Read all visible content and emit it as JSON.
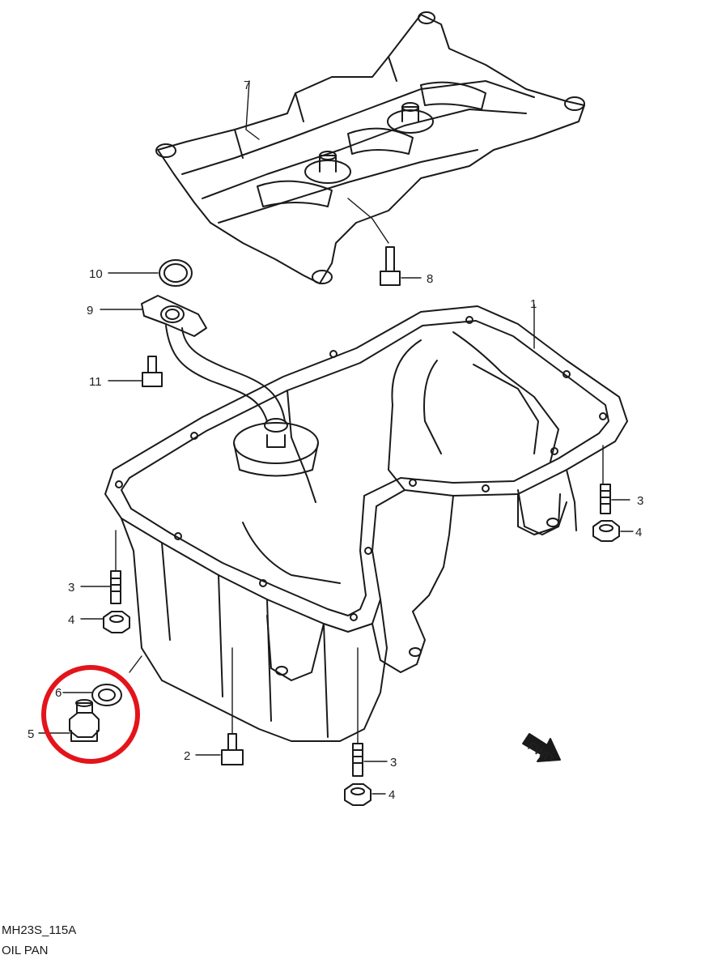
{
  "diagram_code": "MH23S_115A",
  "diagram_title": "OIL PAN",
  "fwd_label": "FWD",
  "highlight_color": "#e3141b",
  "line_color": "#1a1a1a",
  "callouts": {
    "c1": "1",
    "c2": "2",
    "c3a": "3",
    "c3b": "3",
    "c3c": "3",
    "c4a": "4",
    "c4b": "4",
    "c4c": "4",
    "c5": "5",
    "c6": "6",
    "c7": "7",
    "c8": "8",
    "c9": "9",
    "c10": "10",
    "c11": "11"
  }
}
